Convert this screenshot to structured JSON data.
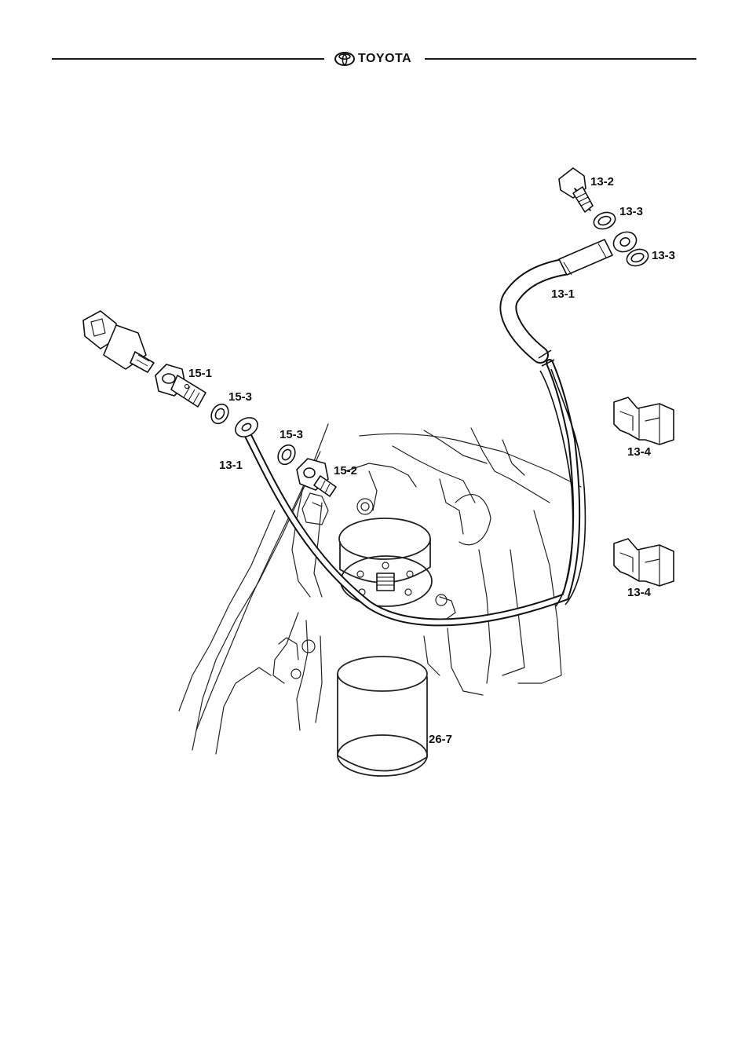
{
  "header": {
    "brand": "TOYOTA"
  },
  "callouts": [
    {
      "id": "c-13-2",
      "label": "13-2"
    },
    {
      "id": "c-13-3a",
      "label": "13-3"
    },
    {
      "id": "c-13-3b",
      "label": "13-3"
    },
    {
      "id": "c-13-1a",
      "label": "13-1"
    },
    {
      "id": "c-15-1",
      "label": "15-1"
    },
    {
      "id": "c-15-3a",
      "label": "15-3"
    },
    {
      "id": "c-15-3b",
      "label": "15-3"
    },
    {
      "id": "c-13-1b",
      "label": "13-1"
    },
    {
      "id": "c-15-2",
      "label": "15-2"
    },
    {
      "id": "c-13-4a",
      "label": "13-4"
    },
    {
      "id": "c-13-4b",
      "label": "13-4"
    },
    {
      "id": "c-26-7",
      "label": "26-7"
    }
  ]
}
